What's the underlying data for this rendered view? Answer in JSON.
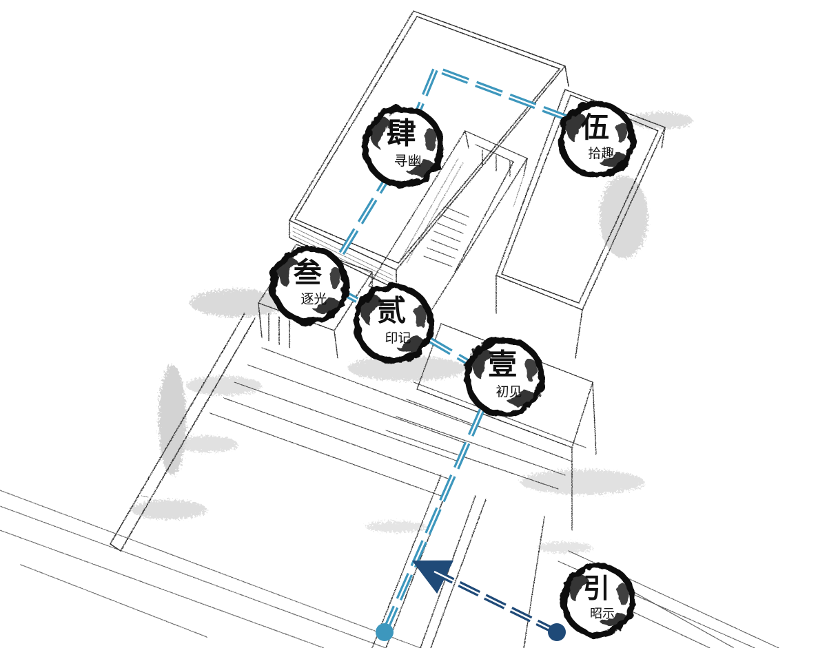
{
  "colors": {
    "main_route": "#3d97bd",
    "entry_route": "#1f4a78",
    "sketch_line": "#2a2a2a",
    "ink": "#111111",
    "foliage": "#c8c8c8"
  },
  "nodes": [
    {
      "main": "引",
      "sub": "昭示",
      "icon": "ink-circle-icon"
    },
    {
      "main": "壹",
      "sub": "初见",
      "icon": "ink-circle-icon"
    },
    {
      "main": "贰",
      "sub": "印记",
      "icon": "ink-circle-icon"
    },
    {
      "main": "叁",
      "sub": "逐光",
      "icon": "ink-circle-icon"
    },
    {
      "main": "肆",
      "sub": "寻幽",
      "icon": "ink-circle-icon"
    },
    {
      "main": "伍",
      "sub": "拾趣",
      "icon": "ink-circle-icon"
    }
  ],
  "routes": {
    "main_route": {
      "style": "dashed",
      "marker": "dot"
    },
    "entry_route": {
      "style": "dashed",
      "marker": "arrow"
    }
  }
}
